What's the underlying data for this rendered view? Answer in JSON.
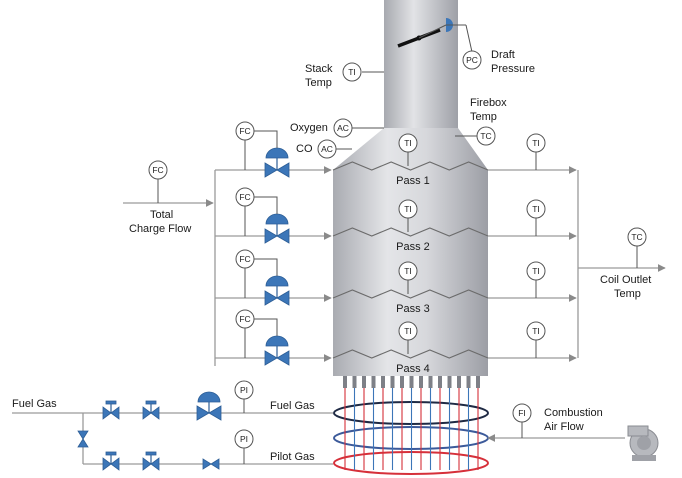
{
  "labels": {
    "draft_pressure_1": "Draft",
    "draft_pressure_2": "Pressure",
    "stack_temp_1": "Stack",
    "stack_temp_2": "Temp",
    "oxygen": "Oxygen",
    "co": "CO",
    "firebox_temp_1": "Firebox",
    "firebox_temp_2": "Temp",
    "total_charge_1": "Total",
    "total_charge_2": "Charge Flow",
    "coil_outlet_1": "Coil Outlet",
    "coil_outlet_2": "Temp",
    "fuel_gas_inlet": "Fuel Gas",
    "fuel_gas_line": "Fuel Gas",
    "pilot_gas_line": "Pilot Gas",
    "combustion_air_1": "Combustion",
    "combustion_air_2": "Air Flow"
  },
  "passes": [
    "Pass 1",
    "Pass 2",
    "Pass 3",
    "Pass 4"
  ],
  "instruments": {
    "pc": "PC",
    "ti": "TI",
    "ac": "AC",
    "tc": "TC",
    "fc": "FC",
    "pi": "PI",
    "fi": "FI"
  },
  "colors": {
    "furnace": "#c9cbd0",
    "valve": "#3c76b8",
    "burner_ring_top": "#1f2a44",
    "burner_ring_mid": "#3c5a9a",
    "burner_ring_bottom": "#d6303a",
    "flame_red": "#d6303a",
    "flame_blue": "#3c76b8"
  }
}
